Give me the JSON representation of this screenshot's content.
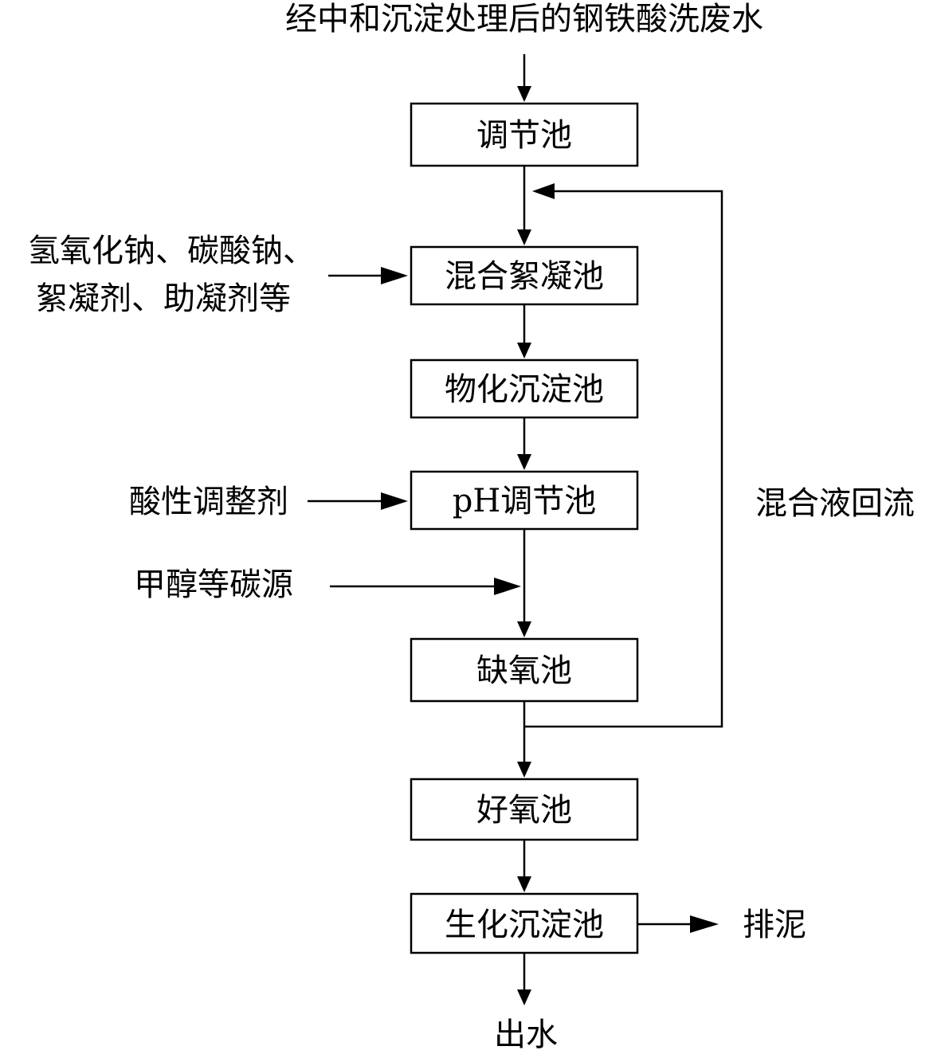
{
  "title": "经中和沉淀处理后的钢铁酸洗废水",
  "boxes": {
    "adjust_tank": "调节池",
    "mix_floc_tank": "混合絮凝池",
    "physchem_settle_tank": "物化沉淀池",
    "ph_adjust_tank": "pH调节池",
    "anoxic_tank": "缺氧池",
    "aerobic_tank": "好氧池",
    "bio_settle_tank": "生化沉淀池"
  },
  "inputs": {
    "chemicals_line1": "氢氧化钠、碳酸钠、",
    "chemicals_line2": "絮凝剂、助凝剂等",
    "acid_regulator": "酸性调整剂",
    "carbon_source": "甲醇等碳源"
  },
  "recycle_label": "混合液回流",
  "sludge_label": "排泥",
  "effluent_label": "出水"
}
